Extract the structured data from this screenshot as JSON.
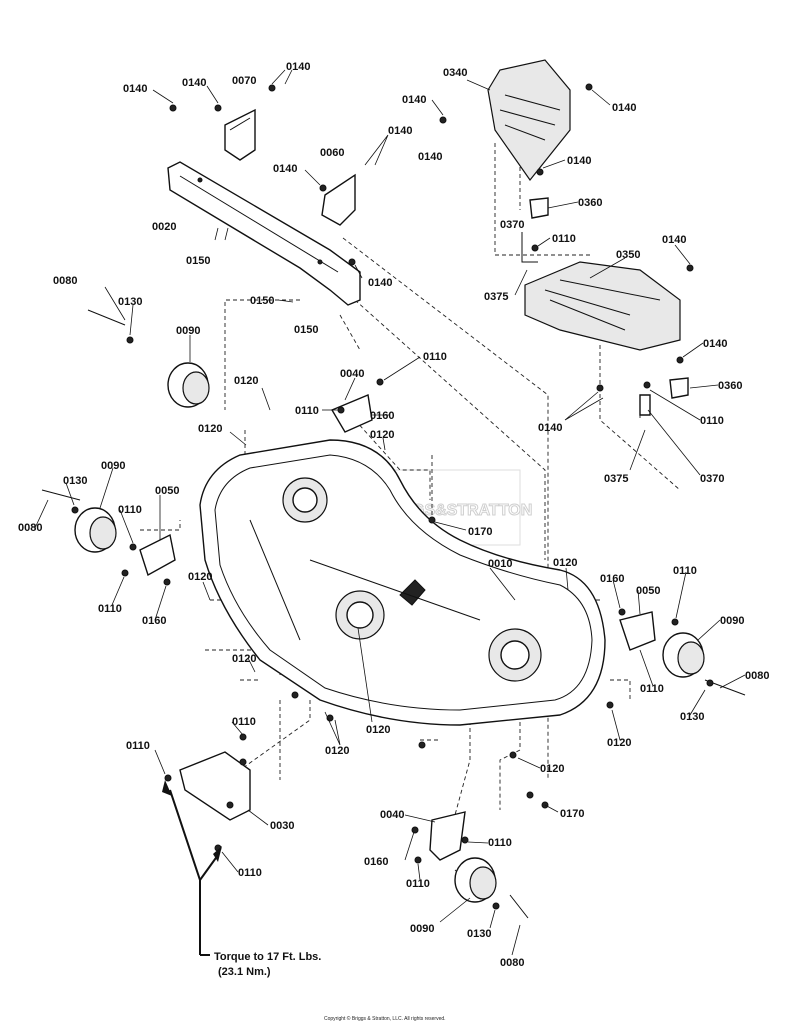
{
  "labels": {
    "l0140a": "0140",
    "l0140b": "0140",
    "l0070": "0070",
    "l0140c": "0140",
    "l0140d": "0140",
    "l0060": "0060",
    "l0140e": "0140",
    "l0020": "0020",
    "l0150a": "0150",
    "l0140f": "0140",
    "l0150b": "0150",
    "l0150c": "0150",
    "l0080a": "0080",
    "l0130a": "0130",
    "l0090a": "0090",
    "l0340": "0340",
    "l0140g": "0140",
    "l0140h": "0140",
    "l0140i": "0140",
    "l0140j": "0140",
    "l0360a": "0360",
    "l0370a": "0370",
    "l0110a": "0110",
    "l0140k": "0140",
    "l0350": "0350",
    "l0375a": "0375",
    "l0140l": "0140",
    "l0360b": "0360",
    "l0140m": "0140",
    "l0110b": "0110",
    "l0370b": "0370",
    "l0375b": "0375",
    "l0110c": "0110",
    "l0040a": "0040",
    "l0120a": "0120",
    "l0110d": "0110",
    "l0160a": "0160",
    "l0120b": "0120",
    "l0120c": "0120",
    "l0090b": "0090",
    "l0130b": "0130",
    "l0050a": "0050",
    "l0080b": "0080",
    "l0110e": "0110",
    "l0110f": "0110",
    "l0160b": "0160",
    "l0120d": "0120",
    "l0170a": "0170",
    "l0010": "0010",
    "l0120e": "0120",
    "l0160c": "0160",
    "l0050b": "0050",
    "l0110g": "0110",
    "l0090c": "0090",
    "l0080c": "0080",
    "l0110h": "0110",
    "l0130c": "0130",
    "l0120f": "0120",
    "l0120g": "0120",
    "l0120h": "0120",
    "l0120i": "0120",
    "l0120j": "0120",
    "l0110i": "0110",
    "l0110j": "0110",
    "l0030": "0030",
    "l0110k": "0110",
    "l0040b": "0040",
    "l0110l": "0110",
    "l0160d": "0160",
    "l0110m": "0110",
    "l0090d": "0090",
    "l0130d": "0130",
    "l0080d": "0080",
    "l0170b": "0170"
  },
  "watermark": "BRIGGS&STRATTON",
  "torque_note": {
    "line1": "Torque to 17 Ft. Lbs.",
    "line2": "(23.1 Nm.)"
  },
  "copyright": "Copyright © Briggs & Stratton, LLC. All rights reserved."
}
